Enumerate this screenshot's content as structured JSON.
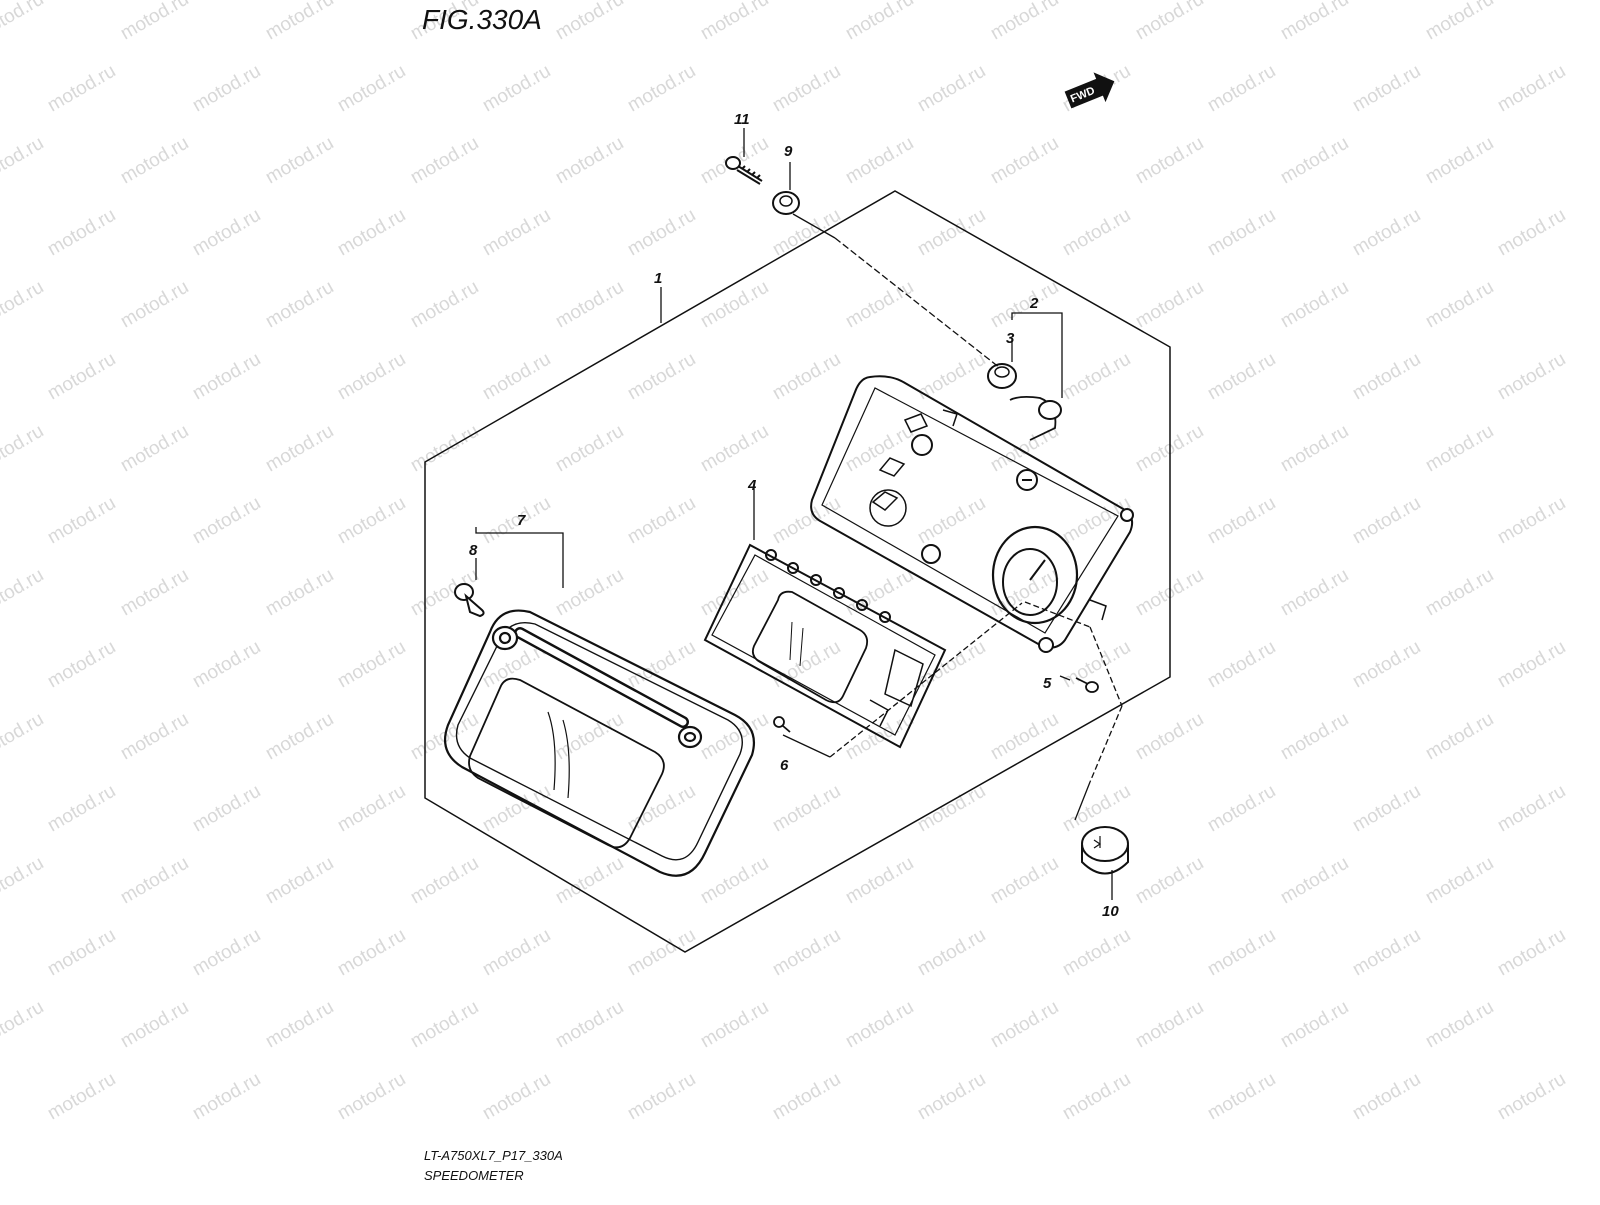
{
  "figure": {
    "title": "FIG.330A",
    "model_code": "LT-A750XL7_P17_330A",
    "assembly_name": "SPEEDOMETER"
  },
  "direction_badge": "FWD",
  "watermark": "motod.ru",
  "callouts": [
    "1",
    "2",
    "3",
    "4",
    "5",
    "6",
    "7",
    "8",
    "9",
    "10",
    "11"
  ],
  "colors": {
    "line": "#111111",
    "watermark": "#d8d8d8",
    "background": "#ffffff"
  }
}
